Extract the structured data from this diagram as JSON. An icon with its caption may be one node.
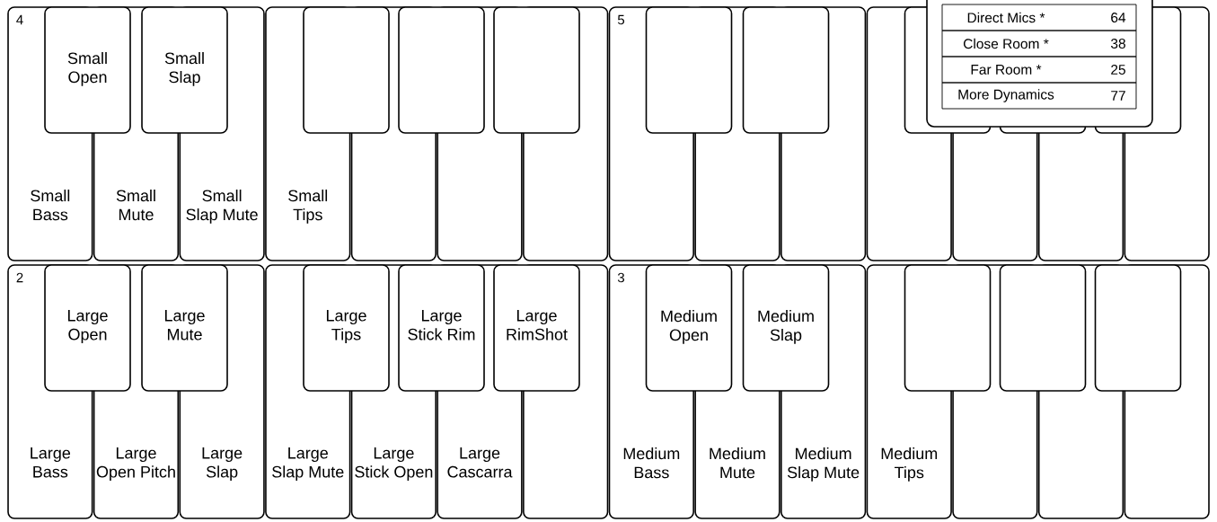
{
  "diagram": {
    "nodes": [
      {
        "text": [
          "Small Open"
        ]
      },
      {
        "text": [
          "Small Slap"
        ]
      },
      {
        "text": [],
        "shape": "box"
      },
      {
        "text": [],
        "shape": "box"
      },
      {
        "text": [],
        "shape": "box"
      },
      {
        "text": [],
        "shape": "box"
      },
      {
        "text": [],
        "shape": "box"
      },
      {
        "text": [],
        "shape": "box"
      },
      {
        "text": [],
        "shape": "box"
      },
      {
        "text": [],
        "shape": "box"
      },
      {
        "text": [
          "Small Bass"
        ]
      },
      {
        "text": [
          "Small Mute"
        ]
      },
      {
        "text": [
          "Small Slap Mute"
        ]
      },
      {
        "text": [
          "Small Tips"
        ]
      },
      {
        "text": [],
        "shape": "box"
      },
      {
        "text": [],
        "shape": "box"
      },
      {
        "text": [],
        "shape": "box"
      },
      {
        "text": [],
        "shape": "box"
      },
      {
        "text": [],
        "shape": "box"
      },
      {
        "text": [],
        "shape": "box"
      },
      {
        "text": [],
        "shape": "box"
      },
      {
        "text": [],
        "shape": "box"
      },
      {
        "text": [],
        "shape": "box"
      },
      {
        "text": [],
        "shape": "box"
      },
      {
        "text": [
          "Large Open"
        ]
      },
      {
        "text": [
          "Large Mute"
        ]
      },
      {
        "text": [
          "Large Tips"
        ]
      },
      {
        "text": [
          "Large Stick Rim"
        ]
      },
      {
        "text": [
          "Large RimShot"
        ]
      },
      {
        "text": [
          "Medium Open"
        ]
      },
      {
        "text": [
          "Medium Slap"
        ]
      },
      {
        "text": [],
        "shape": "box"
      },
      {
        "text": [],
        "shape": "box"
      },
      {
        "text": [],
        "shape": "box"
      },
      {
        "text": [
          "Large Bass"
        ]
      },
      {
        "text": [
          "Large Open Pitch"
        ]
      },
      {
        "text": [
          "Large Slap"
        ]
      },
      {
        "text": [
          "Large Slap Mute"
        ]
      },
      {
        "text": [
          "Large Stick Open"
        ]
      },
      {
        "text": [
          "Large Cascarra"
        ]
      },
      {
        "text": [],
        "shape": "box"
      },
      {
        "text": [
          "Medium Bass"
        ]
      },
      {
        "text": [
          "Medium Mute"
        ]
      },
      {
        "text": [
          "Medium Slap Mute"
        ]
      },
      {
        "text": [
          "Medium Tips"
        ]
      },
      {
        "text": [],
        "shape": "box"
      },
      {
        "text": [],
        "shape": "box"
      },
      {
        "text": [],
        "shape": "box"
      }
    ],
    "labels": [
      "4",
      "5",
      "2",
      "3",
      "Direct Mics *",
      "64",
      "Close Room *",
      "38",
      "Far Room *",
      "25",
      "More Dynamics",
      "77"
    ]
  }
}
